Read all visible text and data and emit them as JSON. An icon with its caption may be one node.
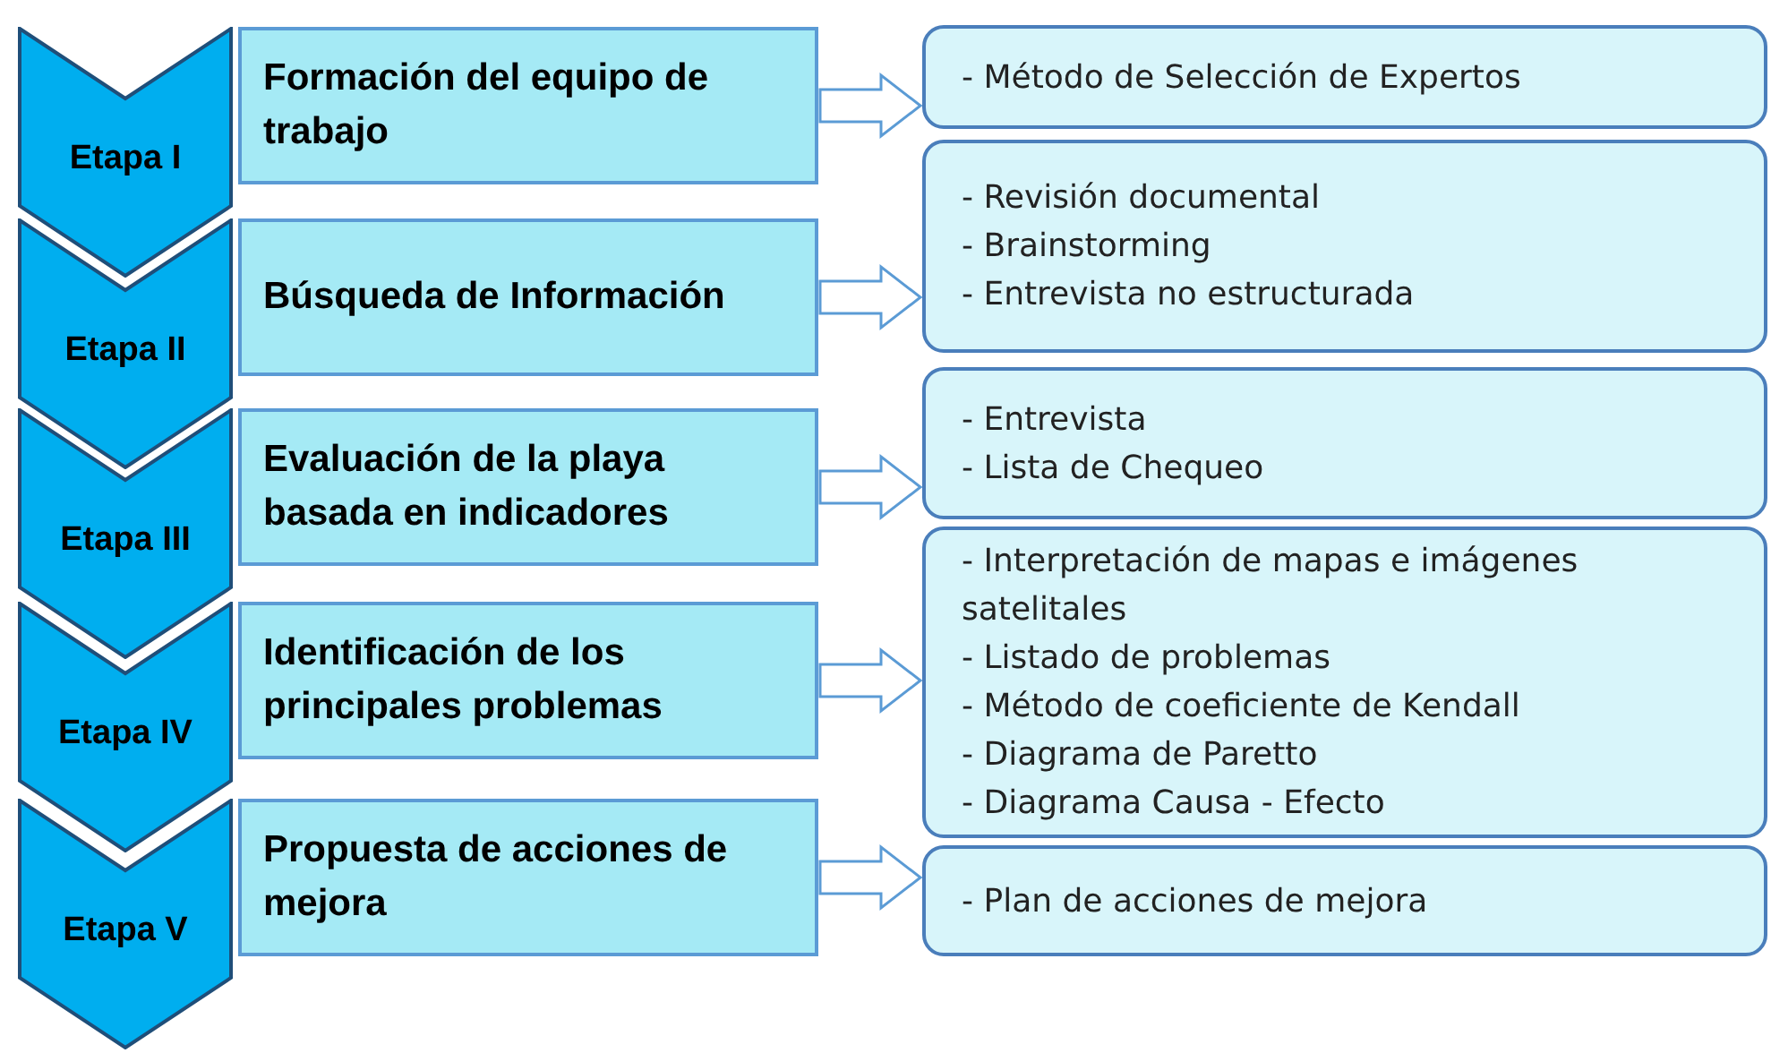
{
  "diagram": {
    "nodes": [
      {
        "text": [
          "Etapa I"
        ]
      },
      {
        "text": [
          "Etapa II"
        ]
      },
      {
        "text": [
          "Etapa III"
        ]
      },
      {
        "text": [
          "Etapa IV"
        ]
      },
      {
        "text": [
          "Etapa V"
        ]
      },
      {
        "text": [
          "Formación del equipo de trabajo"
        ]
      },
      {
        "text": [
          "Búsqueda de Información"
        ]
      },
      {
        "text": [
          "Evaluación de la playa basada en indicadores"
        ]
      },
      {
        "text": [
          "Identificación de los principales problemas"
        ]
      },
      {
        "text": [
          "Propuesta de acciones de mejora"
        ]
      },
      {
        "text": [
          "- Método de Selección de Expertos"
        ]
      },
      {
        "text": [
          "- Revisión documental",
          "- Brainstorming",
          "- Entrevista no estructurada"
        ]
      },
      {
        "text": [
          "- Entrevista",
          "- Lista de Chequeo"
        ]
      },
      {
        "text": [
          "- Interpretación de mapas e imágenes satelitales",
          "- Listado de problemas",
          "- Método de coeficiente de Kendall",
          "- Diagrama de Paretto",
          "- Diagrama Causa - Efecto"
        ]
      },
      {
        "text": [
          "- Plan de acciones de mejora"
        ]
      }
    ],
    "edges": [
      {
        "from": 5,
        "to": 10,
        "arrow": "to"
      },
      {
        "from": 6,
        "to": 11,
        "arrow": "to"
      },
      {
        "from": 7,
        "to": 12,
        "arrow": "to"
      },
      {
        "from": 8,
        "to": 13,
        "arrow": "to"
      },
      {
        "from": 9,
        "to": 14,
        "arrow": "to"
      }
    ]
  }
}
